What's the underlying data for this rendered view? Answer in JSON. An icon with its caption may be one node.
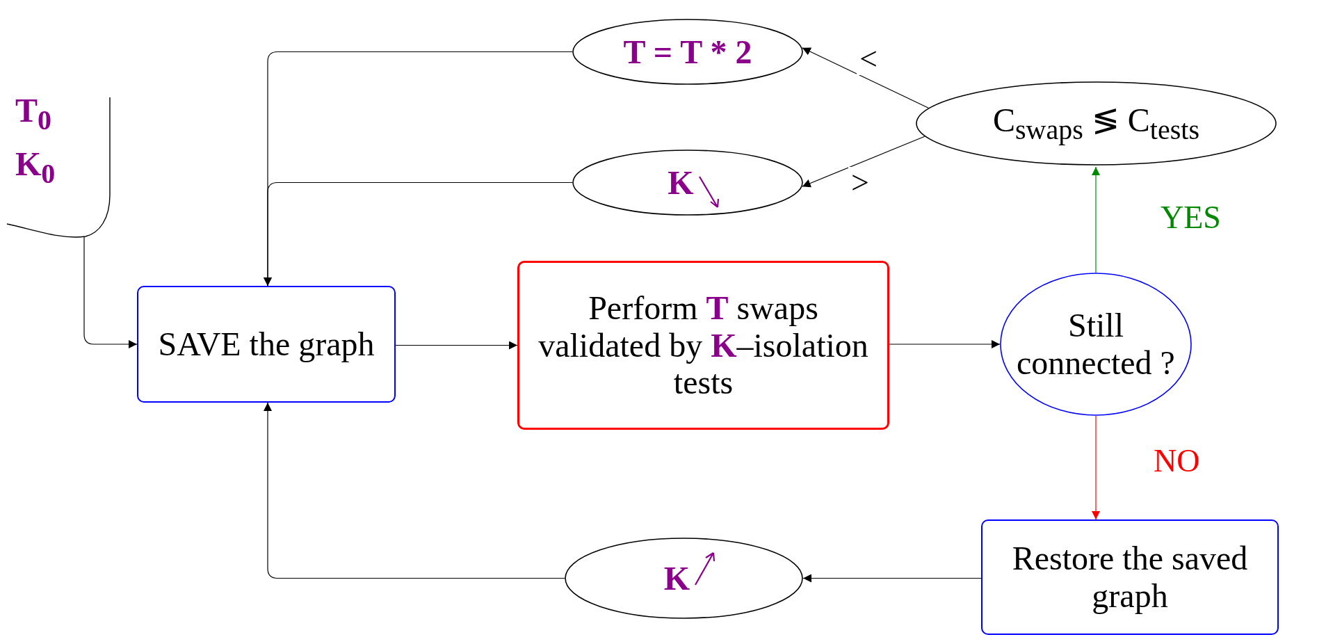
{
  "diagram": {
    "nodes": [
      {
        "text": [
          "T$_{0}$",
          "K$_{0}$"
        ]
      },
      {
        "text": [
          "T = T * 2"
        ]
      },
      {
        "text": [
          "C$_{swaps}$ ≶ C$_{tests}$"
        ]
      },
      {
        "text": [
          "K"
        ]
      },
      {
        "text": [
          "SAVE the graph"
        ]
      },
      {
        "text": [
          "Perform **T** swaps validated by **K**–isolation tests"
        ]
      },
      {
        "text": [
          "Still connected ?"
        ]
      },
      {
        "text": [
          "Restore the saved graph"
        ]
      },
      {
        "text": [
          "K"
        ]
      }
    ],
    "edges": [
      {
        "from": 0,
        "to": 4,
        "arrow": "to"
      },
      {
        "from": 4,
        "to": 5,
        "arrow": "to"
      },
      {
        "from": 5,
        "to": 6,
        "arrow": "to"
      },
      {
        "from": 6,
        "to": 2,
        "arrow": "to",
        "label": "YES",
        "color": "#008800"
      },
      {
        "from": 6,
        "to": 7,
        "arrow": "to",
        "label": "NO",
        "color": "#ff0000"
      },
      {
        "from": 7,
        "to": 8,
        "arrow": "to"
      },
      {
        "from": 8,
        "to": 4,
        "arrow": "to"
      },
      {
        "from": 2,
        "to": 1,
        "arrow": "to",
        "label": "<"
      },
      {
        "from": 2,
        "to": 3,
        "arrow": "to",
        "label": ">"
      },
      {
        "from": 1,
        "to": 4,
        "arrow": "to"
      },
      {
        "from": 3,
        "to": 4,
        "arrow": "to"
      }
    ]
  }
}
